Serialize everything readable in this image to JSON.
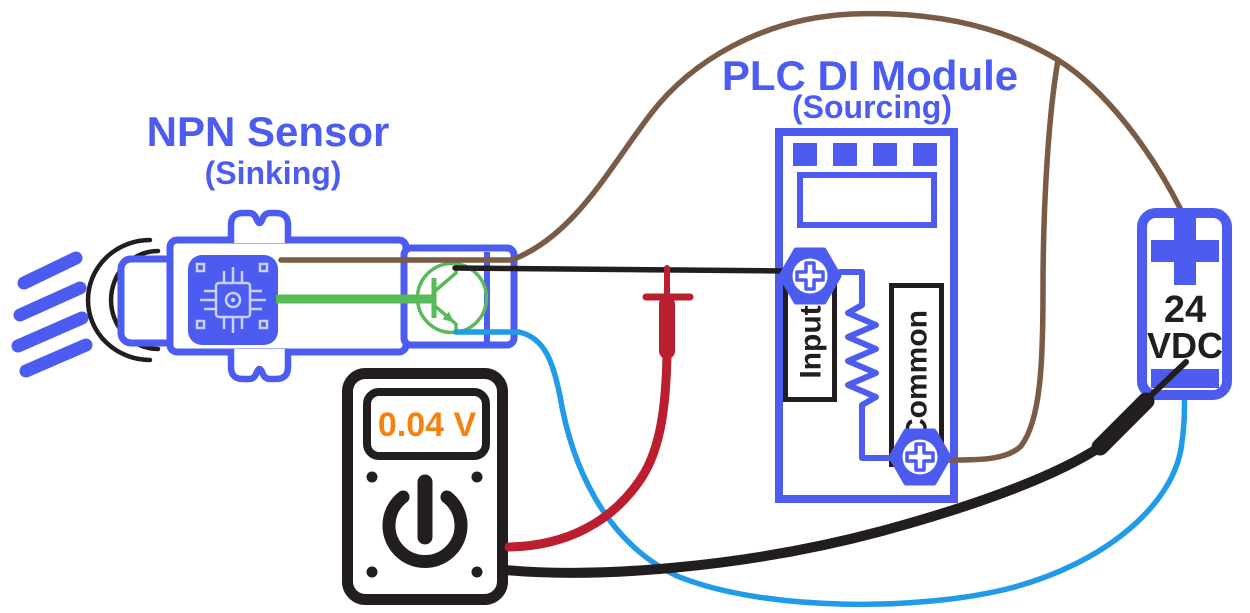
{
  "palette": {
    "component_blue": "#4c5cf0",
    "wire_brown": "#7a5b45",
    "wire_cyan": "#219be8",
    "wire_black": "#221e1f",
    "lead_red": "#bb1e2e",
    "transistor_green": "#58ba58",
    "display_orange": "#f5820d",
    "chip_trace": "#c9d0fa"
  },
  "sensor": {
    "title": "NPN Sensor",
    "subtitle": "(Sinking)"
  },
  "plc": {
    "title": "PLC DI Module",
    "subtitle": "(Sourcing)",
    "input_label": "Input",
    "common_label": "Common"
  },
  "power_supply": {
    "voltage": "24",
    "unit": "VDC"
  },
  "multimeter": {
    "reading": "0.04 V"
  }
}
